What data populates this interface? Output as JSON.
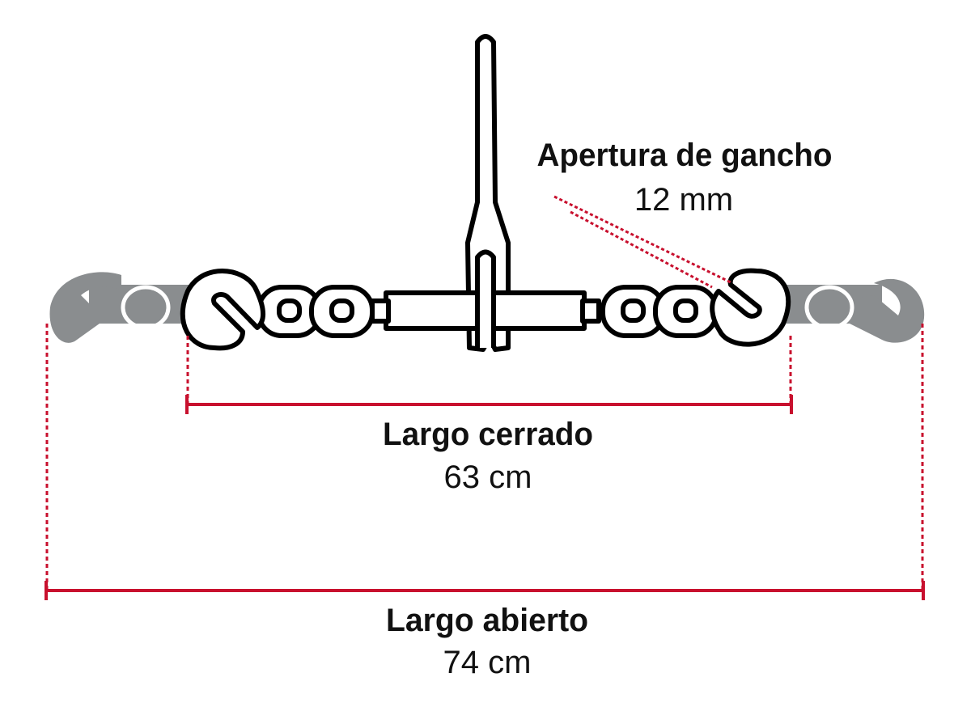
{
  "labels": {
    "hook_opening_title": "Apertura de gancho",
    "hook_opening_value": "12 mm",
    "closed_length_title": "Largo cerrado",
    "closed_length_value": "63 cm",
    "open_length_title": "Largo abierto",
    "open_length_value": "74 cm"
  },
  "colors": {
    "accent": "#c8102e",
    "ghost_hook": "#8a8d8f",
    "outline": "#000000"
  }
}
